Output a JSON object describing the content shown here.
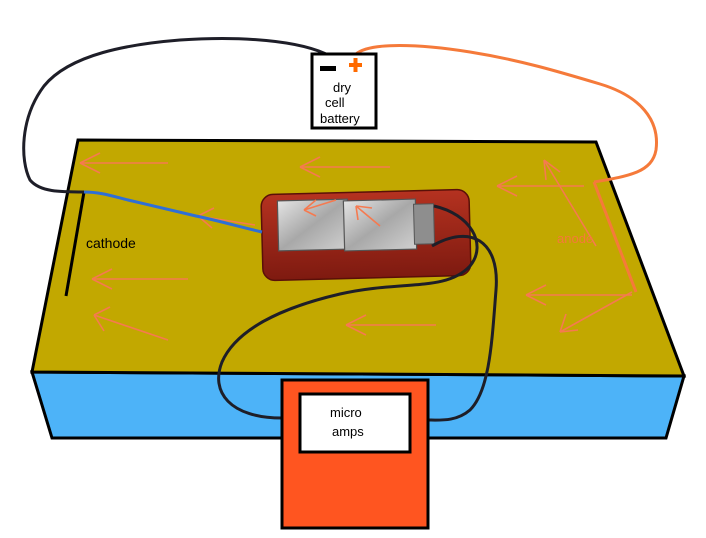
{
  "labels": {
    "battery_line1": "dry",
    "battery_line2": "cell",
    "battery_line3": "battery",
    "battery_minus": "−",
    "battery_plus": "+",
    "cathode": "cathode",
    "anode": "anode",
    "meter_line1": "micro",
    "meter_line2": "amps"
  },
  "colors": {
    "tabletop": "#c2a800",
    "table_side": "#4db3f8",
    "outline": "#000000",
    "arrow": "#f57a50",
    "anode_wire": "#f57a3a",
    "cathode_wire": "#2f6fd6",
    "black_wire": "#1e1e28",
    "device_body": "#9a2418",
    "electrode": "#b8b8b8",
    "meter_body": "#ff5520",
    "meter_screen": "#ffffff",
    "plus_sign": "#ff6a00"
  }
}
